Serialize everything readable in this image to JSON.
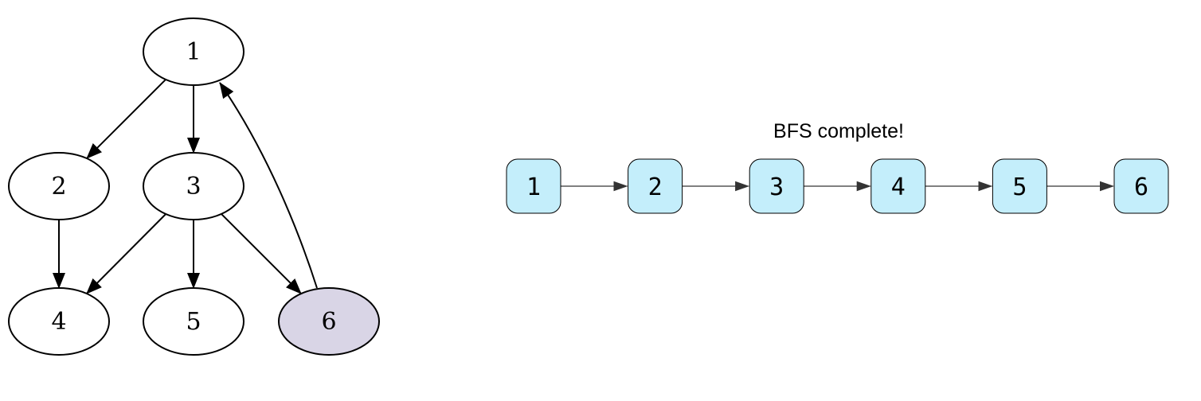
{
  "graph": {
    "nodes": [
      {
        "id": "1",
        "label": "1",
        "highlighted": false
      },
      {
        "id": "2",
        "label": "2",
        "highlighted": false
      },
      {
        "id": "3",
        "label": "3",
        "highlighted": false
      },
      {
        "id": "4",
        "label": "4",
        "highlighted": false
      },
      {
        "id": "5",
        "label": "5",
        "highlighted": false
      },
      {
        "id": "6",
        "label": "6",
        "highlighted": true
      }
    ],
    "edges": [
      {
        "from": "1",
        "to": "2"
      },
      {
        "from": "1",
        "to": "3"
      },
      {
        "from": "2",
        "to": "4"
      },
      {
        "from": "3",
        "to": "4"
      },
      {
        "from": "3",
        "to": "5"
      },
      {
        "from": "3",
        "to": "6"
      },
      {
        "from": "6",
        "to": "1"
      }
    ],
    "highlight_color": "#d9d5e6"
  },
  "status": {
    "text": "BFS complete!"
  },
  "queue": {
    "items": [
      "1",
      "2",
      "3",
      "4",
      "5",
      "6"
    ],
    "fill_color": "#c4eefb"
  }
}
